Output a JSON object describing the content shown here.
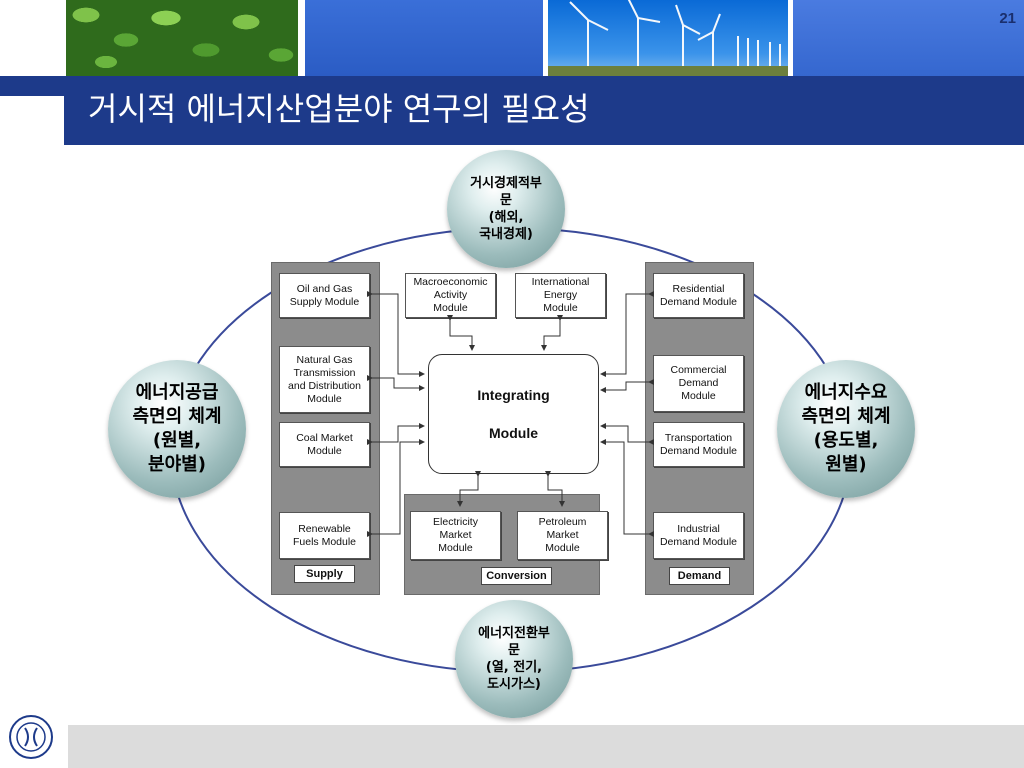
{
  "header": {
    "page_number": "21",
    "title": "거시적 에너지산업분야 연구의 필요성"
  },
  "spheres": {
    "top": "거시경제적부\n문\n(해외,\n국내경제)",
    "left": "에너지공급\n측면의 체계\n(원별,\n분야별)",
    "right": "에너지수요\n측면의 체계\n(용도별,\n원별)",
    "bottom": "에너지전환부\n문\n(열, 전기,\n도시가스)"
  },
  "diagram": {
    "integrating": {
      "line1": "Integrating",
      "line2": "Module"
    },
    "top_modules": [
      "Macroeconomic\nActivity\nModule",
      "International\nEnergy\nModule"
    ],
    "supply": {
      "label": "Supply",
      "modules": [
        "Oil and Gas\nSupply Module",
        "Natural Gas\nTransmission\nand Distribution\nModule",
        "Coal Market\nModule",
        "Renewable\nFuels Module"
      ]
    },
    "conversion": {
      "label": "Conversion",
      "modules": [
        "Electricity\nMarket\nModule",
        "Petroleum\nMarket\nModule"
      ]
    },
    "demand": {
      "label": "Demand",
      "modules": [
        "Residential\nDemand Module",
        "Commercial\nDemand\nModule",
        "Transportation\nDemand Module",
        "Industrial\nDemand Module"
      ]
    }
  },
  "colors": {
    "title_bar": "#1d3a8a",
    "ellipse": "#3a4a9a",
    "panel": "#8c8c8c",
    "footer": "#dcdcdc"
  }
}
